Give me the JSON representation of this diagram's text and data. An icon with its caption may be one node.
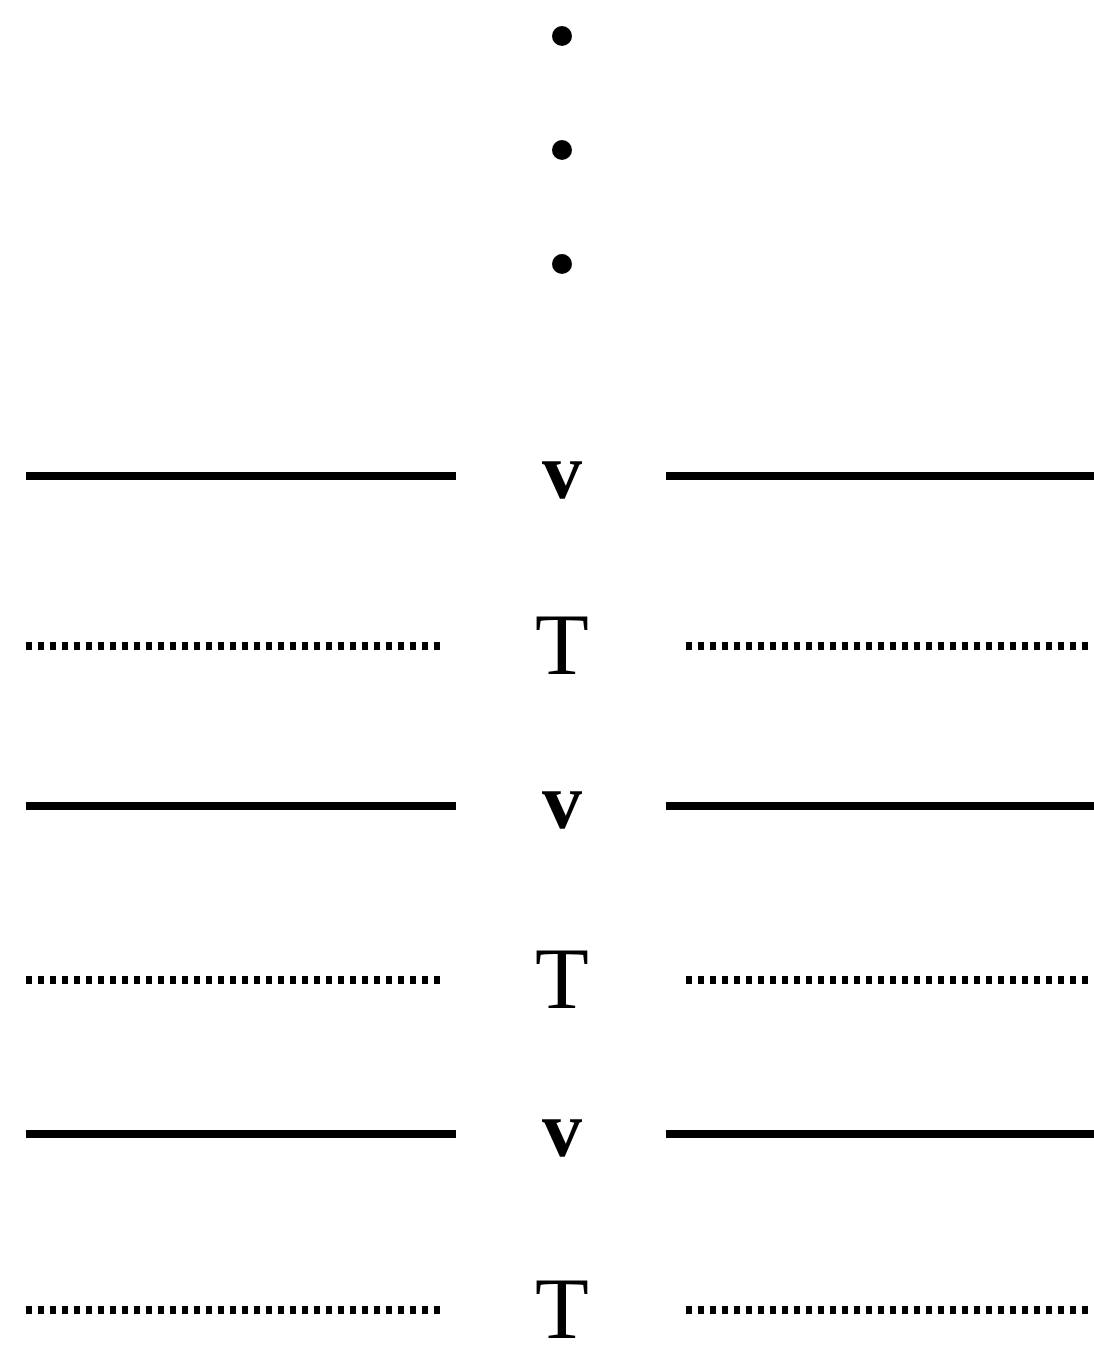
{
  "diagram": {
    "labels": [
      "v",
      "T",
      "v",
      "T",
      "v",
      "T"
    ]
  }
}
